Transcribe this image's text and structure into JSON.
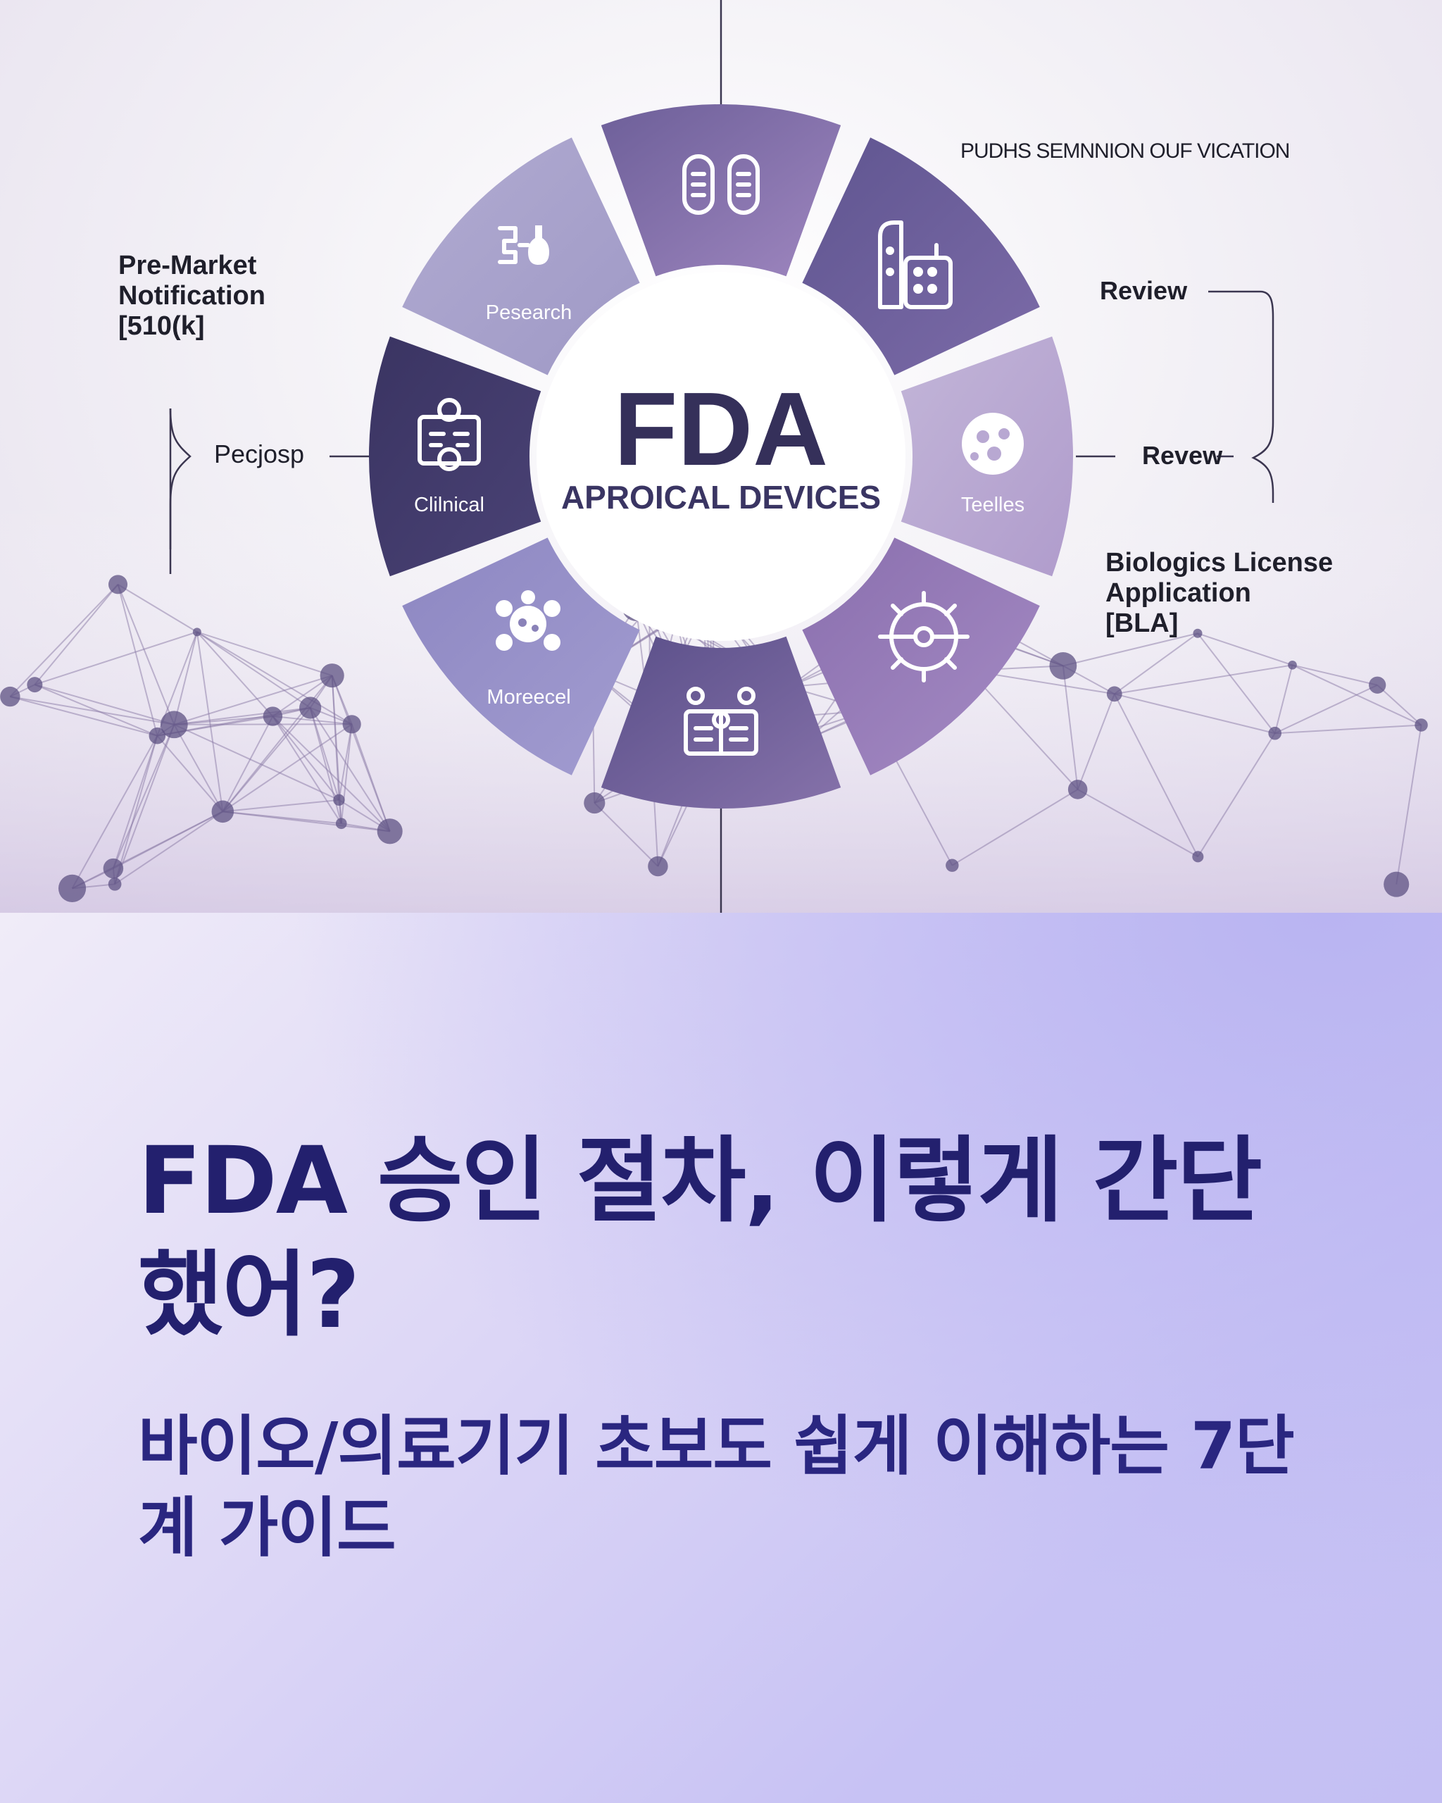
{
  "diagram": {
    "center_title": "FDA",
    "center_subtitle": "APROICAL DEVICES",
    "segments": [
      {
        "label": "",
        "icon": "capsule-icon"
      },
      {
        "label": "",
        "icon": "lab-equipment-icon"
      },
      {
        "label": "Teelles",
        "icon": "cell-icon"
      },
      {
        "label": "",
        "icon": "virus-icon"
      },
      {
        "label": "",
        "icon": "documents-icon"
      },
      {
        "label": "Moreecel",
        "icon": "molecule-icon"
      },
      {
        "label": "Clilnical",
        "icon": "clipboard-icon"
      },
      {
        "label": "Pesearch",
        "icon": "research-icon"
      }
    ],
    "labels": {
      "top_right": "PUDHS SEMNNION OUF VICATION",
      "pre_market": "Pre-Market\nNotification\n[510(k]",
      "left_mid": "Pecjosp",
      "review_top": "Review",
      "review_mid": "Revew",
      "bla": "Biologics License\nApplication\n[BLA]"
    },
    "colors": {
      "dark": "#3e3865",
      "mid": "#6a5d94",
      "light": "#aaa4c8",
      "mauve": "#9a80b8"
    }
  },
  "headline": "FDA 승인 절차, 이렇게 간단 했어?",
  "subheadline": "바이오/의료기기 초보도 쉽게 이해하는 7단계 가이드"
}
